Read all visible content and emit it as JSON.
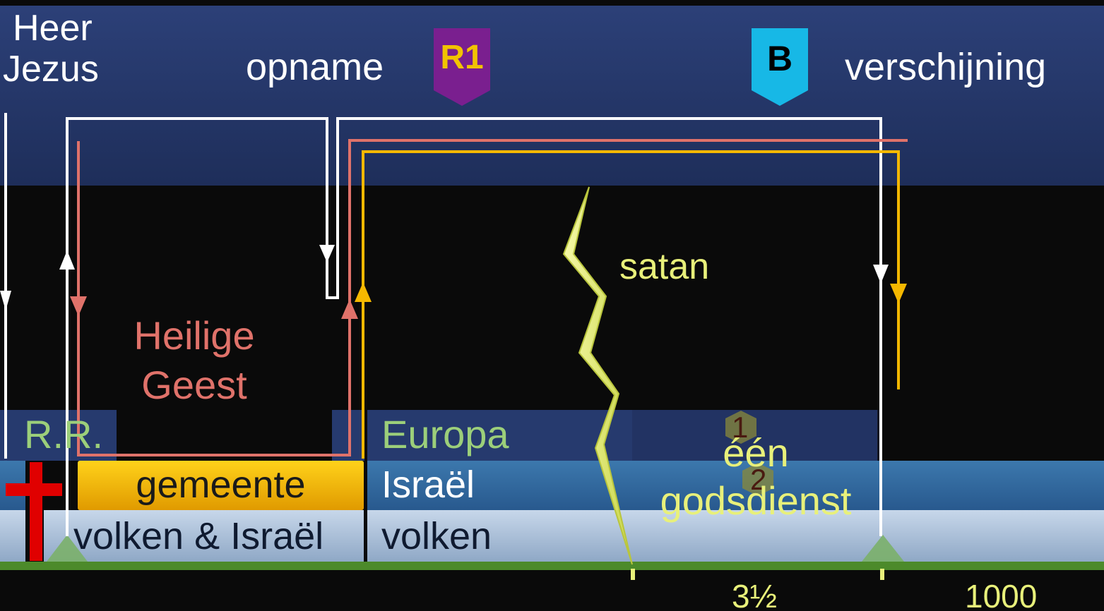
{
  "top": {
    "lord_line1": "Heer",
    "lord_line2": "Jezus",
    "rapture": "opname",
    "rapture_badge": "R1",
    "appearing_badge": "B",
    "appearing": "verschijning"
  },
  "middle": {
    "satan": "satan",
    "spirit_line1": "Heilige",
    "spirit_line2": "Geest"
  },
  "bands": {
    "rr": "R.R.",
    "europe": "Europa",
    "church": "gemeente",
    "israel": "Israël",
    "nations_and_israel": "volken & Israël",
    "nations": "volken",
    "religion_line1": "één",
    "religion_line2": "godsdienst",
    "hex1": "1",
    "hex2": "2"
  },
  "timeline": {
    "half_week": "3½",
    "millennium": "1000"
  },
  "colors": {
    "lord": "#ffffff",
    "spirit": "#e0726a",
    "church": "#f5b800",
    "satan": "#e8f07a",
    "rr_text": "#9ccf7a",
    "badge_r1": "#7a1f8f",
    "badge_r1_text": "#f2c300",
    "badge_b": "#17b8e6",
    "timeline": "#4c8a2a"
  }
}
